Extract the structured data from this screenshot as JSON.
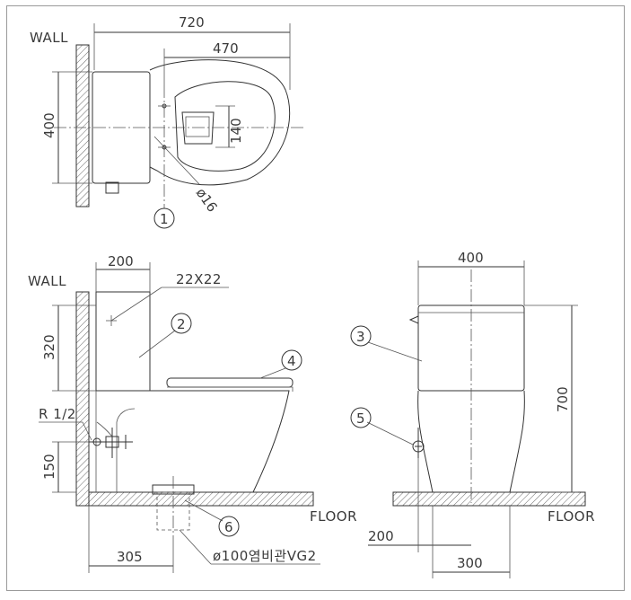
{
  "labels": {
    "wall_top": "WALL",
    "wall_side": "WALL",
    "floor_side": "FLOOR",
    "floor_front": "FLOOR",
    "r_half": "R 1/2",
    "pipe": "ø100염비관VG2",
    "bolt": "22X22",
    "phi16": "ø16"
  },
  "dimensions": {
    "d720": "720",
    "d470": "470",
    "d400_top": "400",
    "d140": "140",
    "d200_side": "200",
    "d320": "320",
    "d150": "150",
    "d305": "305",
    "d400_front": "400",
    "d700": "700",
    "d200_front": "200",
    "d300": "300"
  },
  "callouts": [
    "1",
    "2",
    "3",
    "4",
    "5",
    "6"
  ]
}
